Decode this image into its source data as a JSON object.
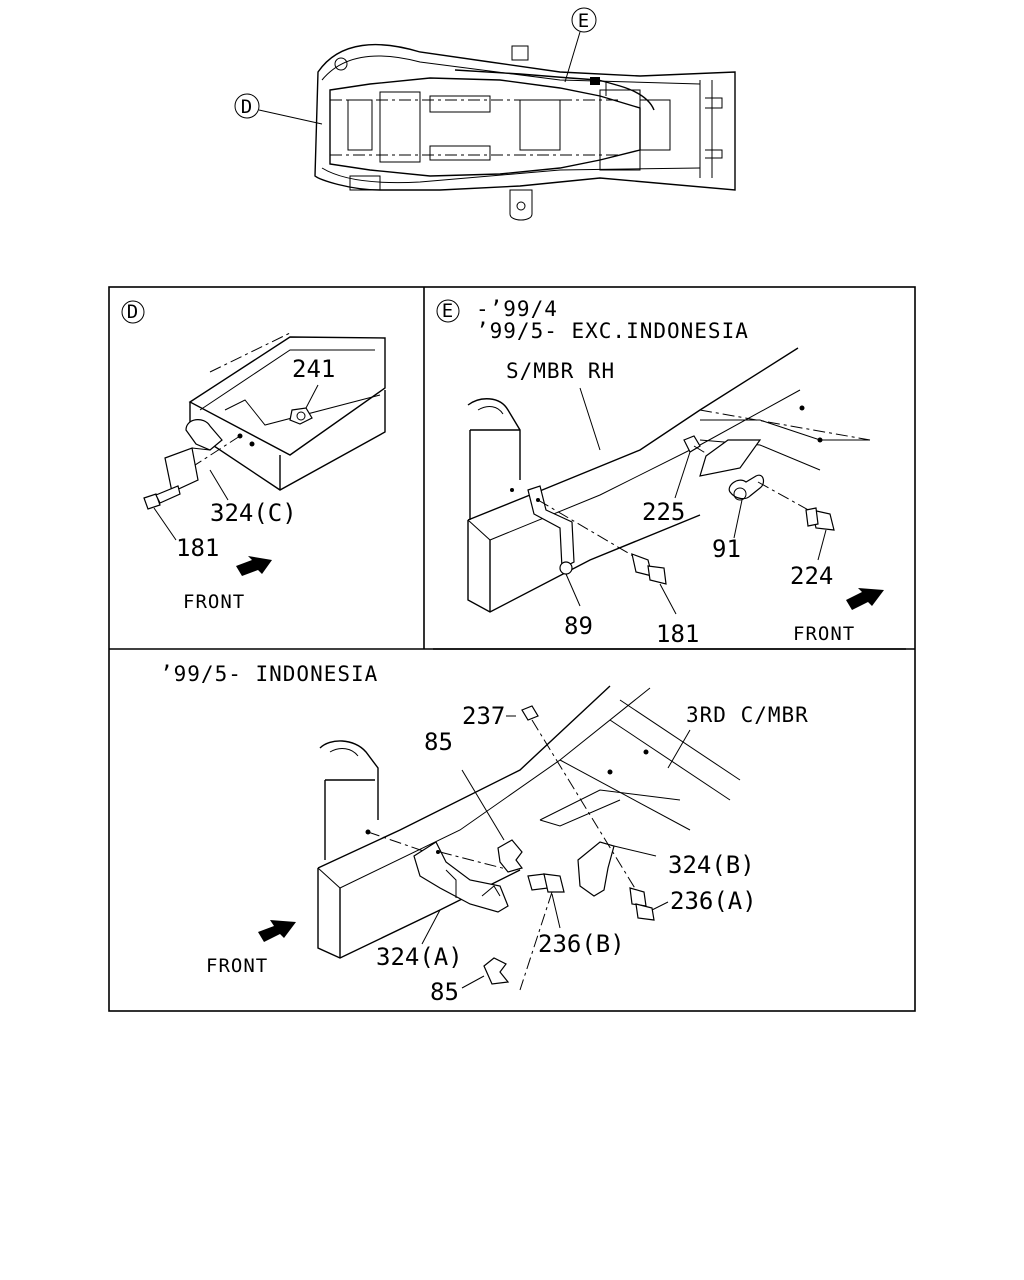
{
  "overview": {
    "callout_d": "D",
    "callout_e": "E"
  },
  "panel_d": {
    "callout": "D",
    "parts": {
      "p241": "241",
      "p324c": "324(C)",
      "p181": "181"
    },
    "front_label": "FRONT"
  },
  "panel_e": {
    "callout": "E",
    "title_line1": "-’99/4",
    "title_line2": "’99/5- EXC.INDONESIA",
    "member_label": "S/MBR RH",
    "parts": {
      "p225": "225",
      "p91": "91",
      "p224": "224",
      "p89": "89",
      "p181": "181"
    },
    "front_label": "FRONT"
  },
  "panel_bottom": {
    "title": "’99/5- INDONESIA",
    "member_label": "3RD C/MBR",
    "parts": {
      "p237": "237",
      "p85_top": "85",
      "p324b": "324(B)",
      "p236a": "236(A)",
      "p236b": "236(B)",
      "p324a": "324(A)",
      "p85_bottom": "85"
    },
    "front_label": "FRONT"
  }
}
